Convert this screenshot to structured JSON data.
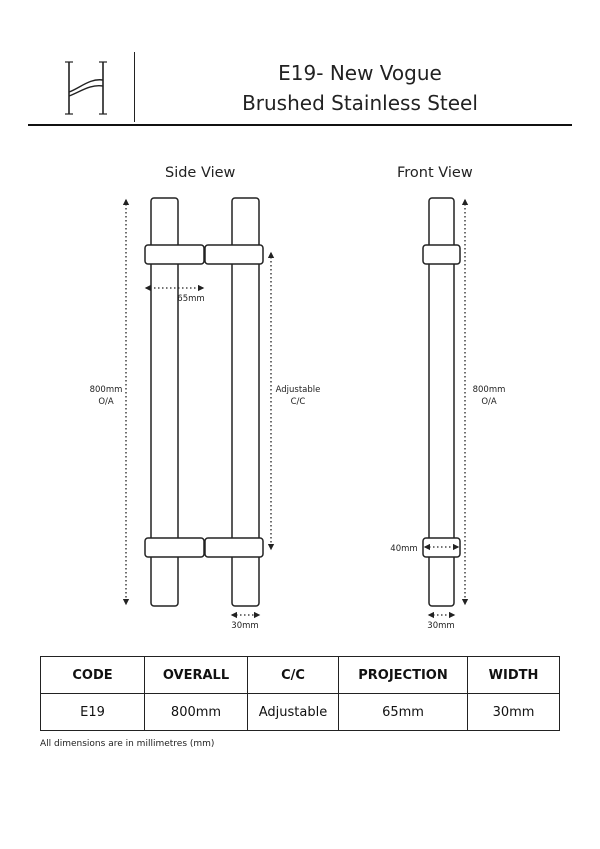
{
  "header": {
    "logo_icon": "h-monogram-icon",
    "title_line1": "E19- New Vogue",
    "title_line2": "Brushed Stainless Steel"
  },
  "views": {
    "side_label": "Side View",
    "front_label": "Front View"
  },
  "dimensions": {
    "overall_side": "800mm",
    "overall_side_suffix": "O/A",
    "projection": "65mm",
    "cc_line1": "Adjustable",
    "cc_line2": "C/C",
    "width_side": "30mm",
    "overall_front": "800mm",
    "overall_front_suffix": "O/A",
    "foot_front": "40mm",
    "width_front": "30mm"
  },
  "table": {
    "headers": [
      "CODE",
      "OVERALL",
      "C/C",
      "PROJECTION",
      "WIDTH"
    ],
    "row": [
      "E19",
      "800mm",
      "Adjustable",
      "65mm",
      "30mm"
    ]
  },
  "footnote": "All dimensions are in millimetres (mm)"
}
